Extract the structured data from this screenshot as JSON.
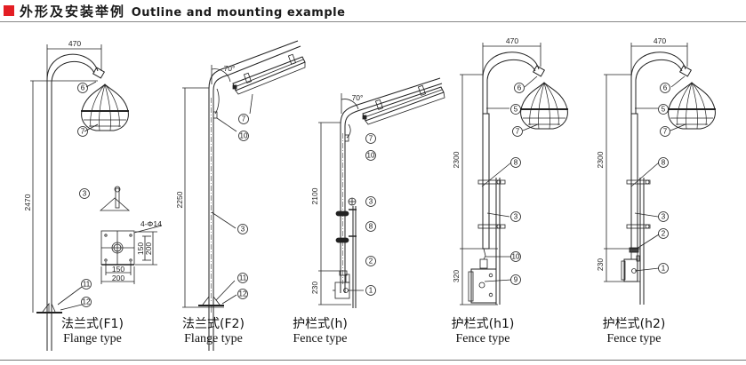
{
  "header": {
    "title_cn": "外形及安装举例",
    "title_en": "Outline and mounting example",
    "accent_color": "#e31e24"
  },
  "figures": [
    {
      "id": "F1",
      "caption_cn": "法兰式(F1)",
      "caption_en": "Flange type",
      "dimensions": {
        "arm_reach": "470",
        "height": "2470"
      },
      "flange_detail": {
        "holes": "4-Φ14",
        "hole_spacing_h": "150",
        "plate_width": "200",
        "hole_spacing_v": "150",
        "plate_height": "200"
      },
      "callouts": [
        "6",
        "7",
        "3",
        "11",
        "12"
      ]
    },
    {
      "id": "F2",
      "caption_cn": "法兰式(F2)",
      "caption_en": "Flange type",
      "dimensions": {
        "angle": "70°",
        "height": "2250"
      },
      "callouts": [
        "7",
        "10",
        "3",
        "11",
        "12"
      ]
    },
    {
      "id": "h",
      "caption_cn": "护栏式(h)",
      "caption_en": "Fence type",
      "dimensions": {
        "angle": "70°",
        "height": "2100",
        "base_height": "230"
      },
      "callouts": [
        "7",
        "10",
        "3",
        "8",
        "2",
        "1"
      ]
    },
    {
      "id": "h1",
      "caption_cn": "护栏式(h1)",
      "caption_en": "Fence type",
      "dimensions": {
        "arm_reach": "470",
        "height": "2300",
        "base_height": "320"
      },
      "callouts": [
        "6",
        "5",
        "7",
        "8",
        "3",
        "10",
        "9"
      ]
    },
    {
      "id": "h2",
      "caption_cn": "护栏式(h2)",
      "caption_en": "Fence type",
      "dimensions": {
        "arm_reach": "470",
        "height": "2300",
        "base_height": "230"
      },
      "callouts": [
        "6",
        "5",
        "7",
        "8",
        "3",
        "2",
        "1"
      ]
    }
  ]
}
